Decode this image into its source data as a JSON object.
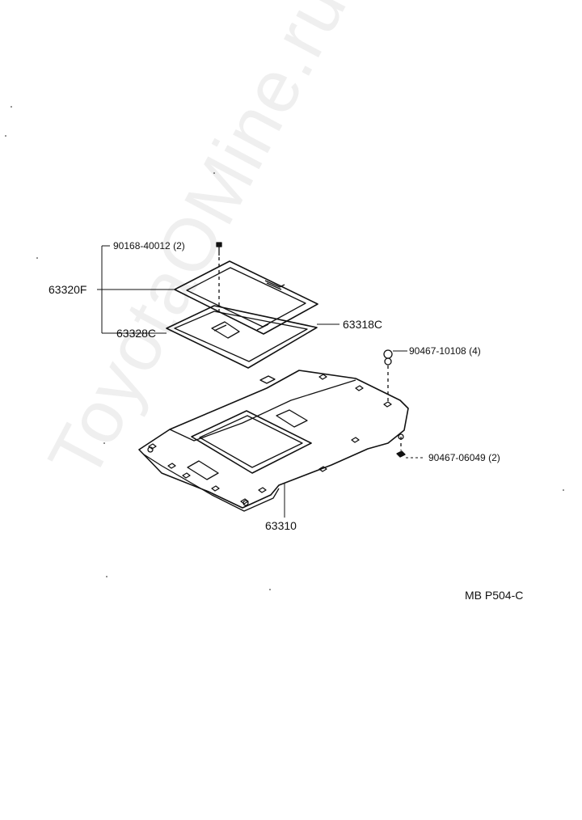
{
  "parts": {
    "screw": "90168-40012 (2)",
    "sunshade_frame": "63320F",
    "sunshade_seal": "63328C",
    "sunroof_trim": "63318C",
    "clip_a": "90467-10108 (4)",
    "clip_b": "90467-06049 (2)",
    "headliner": "63310"
  },
  "figure_code": "MB P504-C",
  "watermark": "ToyotaOMine.ru",
  "colors": {
    "ink": "#111111",
    "background": "#ffffff"
  }
}
